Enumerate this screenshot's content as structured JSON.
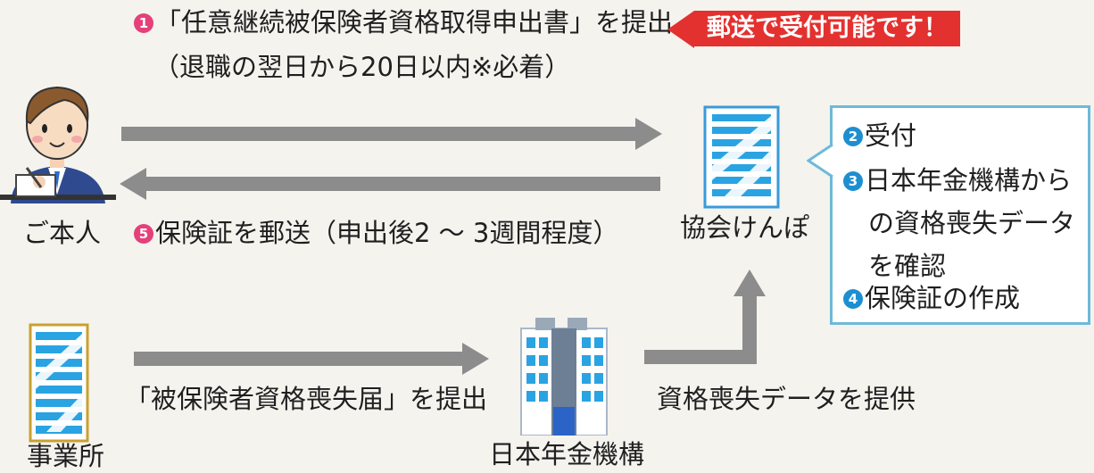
{
  "step1": {
    "num": "1",
    "text": "「任意継続被保険者資格取得申出書」を提出",
    "sub": "（退職の翌日から20日以内※必着）"
  },
  "badge": "郵送で受付可能です！",
  "step5": {
    "num": "5",
    "text": "保険証を郵送（申出後2 ～ 3週間程度）"
  },
  "nodes": {
    "person": "ご本人",
    "kyokai": "協会けんぽ",
    "office": "事業所",
    "pension": "日本年金機構"
  },
  "callout": [
    {
      "num": "2",
      "text": "受付"
    },
    {
      "num": "3",
      "text": "日本年金機構から"
    },
    {
      "num": "",
      "text": "の資格喪失データ"
    },
    {
      "num": "",
      "text": "を確認"
    },
    {
      "num": "4",
      "text": "保険証の作成"
    }
  ],
  "office_action": "「被保険者資格喪失届」を提出",
  "pension_action": "資格喪失データを提供",
  "colors": {
    "accent_blue": "#1d8fd1",
    "badge_red": "#e3312f",
    "step_pink": "#e4407a",
    "arrow_gray": "#8c8c8c",
    "callout_border": "#6fb9d8"
  },
  "icons": [
    "person-writing-icon",
    "kyokai-building-icon",
    "office-building-icon",
    "pension-building-icon"
  ]
}
